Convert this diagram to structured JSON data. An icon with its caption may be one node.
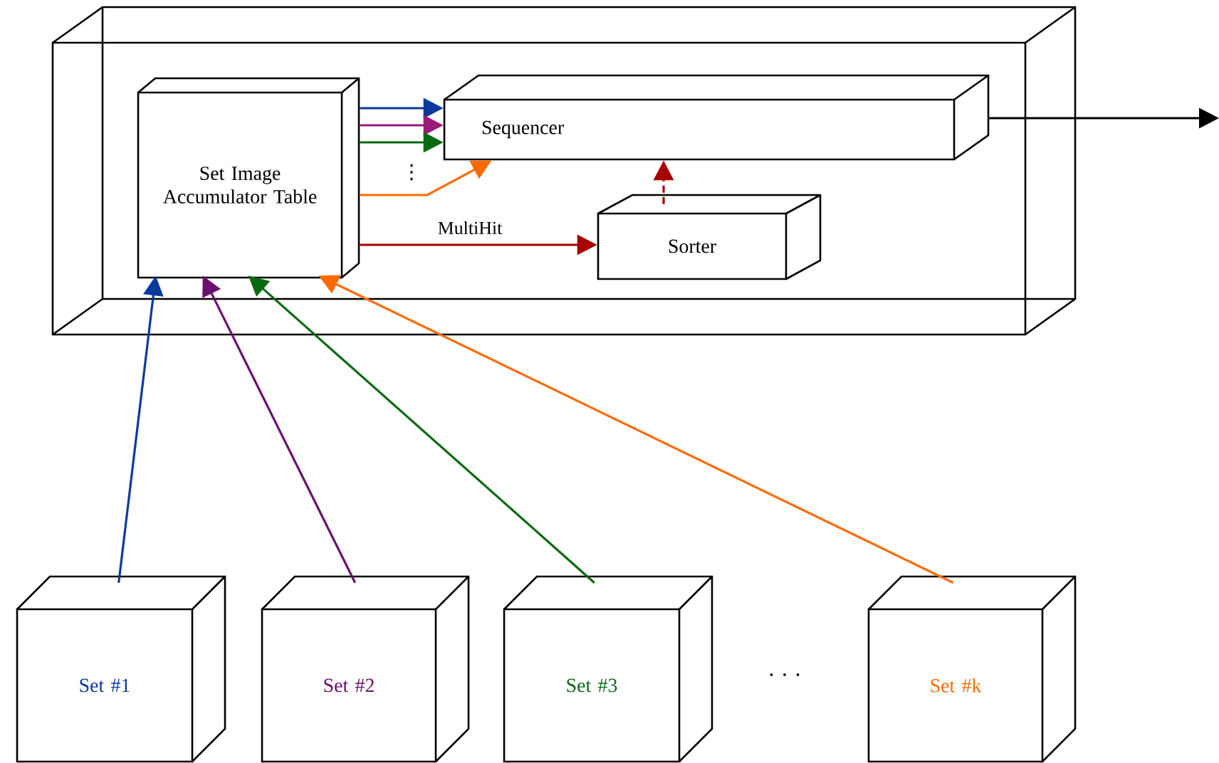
{
  "diagram": {
    "nodes": [
      {
        "text": [],
        "shape": "box"
      },
      {
        "text": [
          "Set Image Accumulator Table"
        ],
        "in": 0
      },
      {
        "text": [
          "Sequencer"
        ],
        "in": 0
      },
      {
        "text": [
          "Sorter"
        ],
        "in": 0
      },
      {
        "text": [
          "Set #1"
        ]
      },
      {
        "text": [
          "Set #2"
        ]
      },
      {
        "text": [
          "Set #3"
        ]
      },
      {
        "text": [
          "Set #k"
        ]
      }
    ],
    "edges": [
      {
        "from": 4,
        "to": 1,
        "arrow": "to",
        "color": "#0b3a9c"
      },
      {
        "from": 5,
        "to": 1,
        "arrow": "to",
        "color": "#6a1070"
      },
      {
        "from": 6,
        "to": 1,
        "arrow": "to",
        "color": "#0a6a10"
      },
      {
        "from": 7,
        "to": 1,
        "arrow": "to",
        "color": "#ff6a00"
      },
      {
        "from": 1,
        "to": 2,
        "arrow": "to",
        "color": "#0b3a9c"
      },
      {
        "from": 1,
        "to": 2,
        "arrow": "to",
        "color": "#9b1a7a"
      },
      {
        "from": 1,
        "to": 2,
        "arrow": "to",
        "color": "#0a6a10"
      },
      {
        "from": 1,
        "to": 2,
        "arrow": "to",
        "color": "#ff6a00"
      },
      {
        "from": 1,
        "to": 3,
        "arrow": "to",
        "color": "#a80000",
        "label": "MultiHit"
      },
      {
        "from": 3,
        "to": 2,
        "arrow": "to",
        "color": "#a80000",
        "style": "dashed"
      },
      {
        "from": 2,
        "to": null,
        "arrow": "to",
        "color": "#000000"
      }
    ],
    "labels": [
      "⋮",
      ". . ."
    ]
  }
}
